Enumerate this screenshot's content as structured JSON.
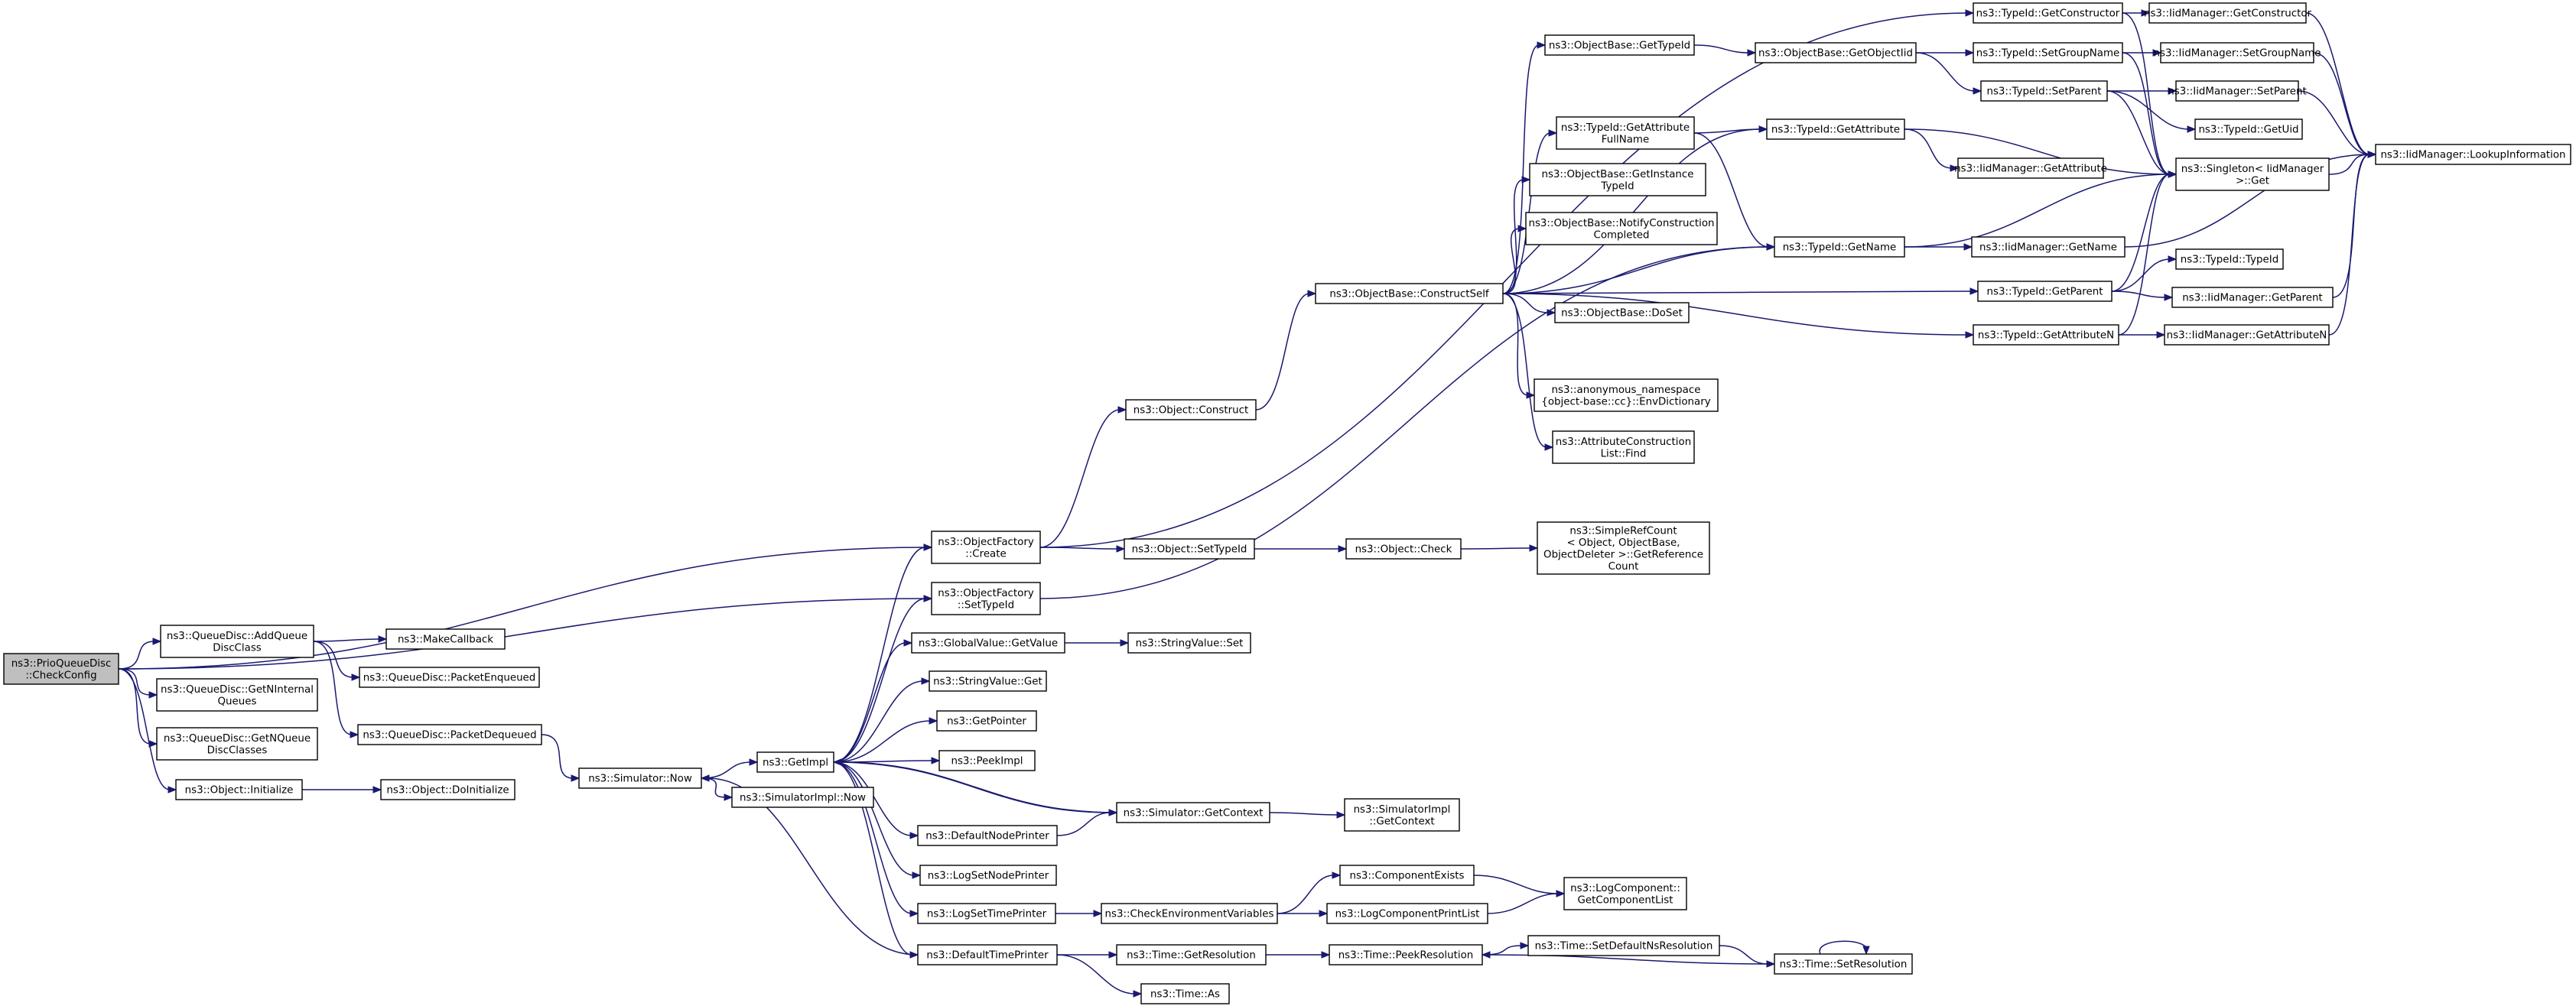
{
  "nodes": [
    {
      "id": "root",
      "lines": [
        "ns3::PrioQueueDisc",
        "::CheckConfig"
      ]
    },
    {
      "id": "n1",
      "lines": [
        "ns3::ObjectFactory",
        "::Create"
      ]
    },
    {
      "id": "n2",
      "lines": [
        "ns3::TypeId::GetConstructor"
      ]
    },
    {
      "id": "n3",
      "lines": [
        "ns3::IidManager::GetConstructor"
      ]
    },
    {
      "id": "n4",
      "lines": [
        "ns3::IidManager::LookupInformation"
      ]
    },
    {
      "id": "n5",
      "lines": [
        "ns3::Singleton< IidManager",
        ">::Get"
      ]
    },
    {
      "id": "n6",
      "lines": [
        "ns3::Object::Construct"
      ]
    },
    {
      "id": "n7",
      "lines": [
        "ns3::ObjectBase::ConstructSelf"
      ]
    },
    {
      "id": "n8",
      "lines": [
        "ns3::ObjectBase::GetTypeId"
      ]
    },
    {
      "id": "n9",
      "lines": [
        "ns3::ObjectBase::GetObjectIid"
      ]
    },
    {
      "id": "n10",
      "lines": [
        "ns3::TypeId::SetGroupName"
      ]
    },
    {
      "id": "n11",
      "lines": [
        "ns3::IidManager::SetGroupName"
      ]
    },
    {
      "id": "n12",
      "lines": [
        "ns3::TypeId::SetParent"
      ]
    },
    {
      "id": "n13",
      "lines": [
        "ns3::IidManager::SetParent"
      ]
    },
    {
      "id": "n14",
      "lines": [
        "ns3::TypeId::GetUid"
      ]
    },
    {
      "id": "n15",
      "lines": [
        "ns3::TypeId::GetAttribute",
        "FullName"
      ]
    },
    {
      "id": "n16",
      "lines": [
        "ns3::TypeId::GetAttribute"
      ]
    },
    {
      "id": "n17",
      "lines": [
        "ns3::IidManager::GetAttribute"
      ]
    },
    {
      "id": "n18",
      "lines": [
        "ns3::TypeId::GetName"
      ]
    },
    {
      "id": "n19",
      "lines": [
        "ns3::IidManager::GetName"
      ]
    },
    {
      "id": "n20",
      "lines": [
        "ns3::ObjectBase::GetInstance",
        "TypeId"
      ]
    },
    {
      "id": "n21",
      "lines": [
        "ns3::ObjectBase::NotifyConstruction",
        "Completed"
      ]
    },
    {
      "id": "n22",
      "lines": [
        "ns3::TypeId::GetParent"
      ]
    },
    {
      "id": "n23",
      "lines": [
        "ns3::TypeId::TypeId"
      ]
    },
    {
      "id": "n24",
      "lines": [
        "ns3::IidManager::GetParent"
      ]
    },
    {
      "id": "n25",
      "lines": [
        "ns3::ObjectBase::DoSet"
      ]
    },
    {
      "id": "n26",
      "lines": [
        "ns3::TypeId::GetAttributeN"
      ]
    },
    {
      "id": "n27",
      "lines": [
        "ns3::IidManager::GetAttributeN"
      ]
    },
    {
      "id": "n28",
      "lines": [
        "ns3::anonymous_namespace",
        "{object-base::cc}::EnvDictionary"
      ]
    },
    {
      "id": "n29",
      "lines": [
        "ns3::AttributeConstruction",
        "List::Find"
      ]
    },
    {
      "id": "n30",
      "lines": [
        "ns3::Object::SetTypeId"
      ]
    },
    {
      "id": "n31",
      "lines": [
        "ns3::Object::Check"
      ]
    },
    {
      "id": "n32",
      "lines": [
        "ns3::SimpleRefCount",
        "< Object, ObjectBase,",
        "ObjectDeleter >::GetReference",
        "Count"
      ]
    },
    {
      "id": "n33",
      "lines": [
        "ns3::ObjectFactory",
        "::SetTypeId"
      ]
    },
    {
      "id": "n34",
      "lines": [
        "ns3::QueueDisc::AddQueue",
        "DiscClass"
      ]
    },
    {
      "id": "n35",
      "lines": [
        "ns3::MakeCallback"
      ]
    },
    {
      "id": "n36",
      "lines": [
        "ns3::QueueDisc::PacketEnqueued"
      ]
    },
    {
      "id": "n37",
      "lines": [
        "ns3::QueueDisc::PacketDequeued"
      ]
    },
    {
      "id": "n38",
      "lines": [
        "ns3::Simulator::Now"
      ]
    },
    {
      "id": "n39",
      "lines": [
        "ns3::GetImpl"
      ]
    },
    {
      "id": "n40",
      "lines": [
        "ns3::GlobalValue::GetValue"
      ]
    },
    {
      "id": "n41",
      "lines": [
        "ns3::StringValue::Set"
      ]
    },
    {
      "id": "n42",
      "lines": [
        "ns3::StringValue::Get"
      ]
    },
    {
      "id": "n43",
      "lines": [
        "ns3::GetPointer"
      ]
    },
    {
      "id": "n44",
      "lines": [
        "ns3::PeekImpl"
      ]
    },
    {
      "id": "n45",
      "lines": [
        "ns3::Simulator::GetContext"
      ]
    },
    {
      "id": "n46",
      "lines": [
        "ns3::SimulatorImpl",
        "::GetContext"
      ]
    },
    {
      "id": "n47",
      "lines": [
        "ns3::DefaultNodePrinter"
      ]
    },
    {
      "id": "n48",
      "lines": [
        "ns3::LogSetNodePrinter"
      ]
    },
    {
      "id": "n49",
      "lines": [
        "ns3::LogSetTimePrinter"
      ]
    },
    {
      "id": "n50",
      "lines": [
        "ns3::CheckEnvironmentVariables"
      ]
    },
    {
      "id": "n51",
      "lines": [
        "ns3::ComponentExists"
      ]
    },
    {
      "id": "n52",
      "lines": [
        "ns3::LogComponent::",
        "GetComponentList"
      ]
    },
    {
      "id": "n53",
      "lines": [
        "ns3::LogComponentPrintList"
      ]
    },
    {
      "id": "n54",
      "lines": [
        "ns3::DefaultTimePrinter"
      ]
    },
    {
      "id": "n55",
      "lines": [
        "ns3::Time::GetResolution"
      ]
    },
    {
      "id": "n56",
      "lines": [
        "ns3::Time::PeekResolution"
      ]
    },
    {
      "id": "n57",
      "lines": [
        "ns3::Time::SetDefaultNsResolution"
      ]
    },
    {
      "id": "n58",
      "lines": [
        "ns3::Time::SetResolution"
      ]
    },
    {
      "id": "n59",
      "lines": [
        "ns3::Time::As"
      ]
    },
    {
      "id": "n60",
      "lines": [
        "ns3::SimulatorImpl::Now"
      ]
    },
    {
      "id": "n61",
      "lines": [
        "ns3::QueueDisc::GetNInternal",
        "Queues"
      ]
    },
    {
      "id": "n62",
      "lines": [
        "ns3::QueueDisc::GetNQueue",
        "DiscClasses"
      ]
    },
    {
      "id": "n63",
      "lines": [
        "ns3::Object::Initialize"
      ]
    },
    {
      "id": "n64",
      "lines": [
        "ns3::Object::DoInitialize"
      ]
    }
  ],
  "edges": [
    [
      "root",
      "n1"
    ],
    [
      "root",
      "n33"
    ],
    [
      "root",
      "n34"
    ],
    [
      "root",
      "n61"
    ],
    [
      "root",
      "n62"
    ],
    [
      "root",
      "n63"
    ],
    [
      "n1",
      "n2"
    ],
    [
      "n1",
      "n6"
    ],
    [
      "n1",
      "n30"
    ],
    [
      "n2",
      "n3"
    ],
    [
      "n2",
      "n5"
    ],
    [
      "n3",
      "n4"
    ],
    [
      "n5",
      "n4"
    ],
    [
      "n6",
      "n7"
    ],
    [
      "n7",
      "n8"
    ],
    [
      "n7",
      "n15"
    ],
    [
      "n7",
      "n16"
    ],
    [
      "n7",
      "n20"
    ],
    [
      "n7",
      "n21"
    ],
    [
      "n7",
      "n18"
    ],
    [
      "n7",
      "n22"
    ],
    [
      "n7",
      "n25"
    ],
    [
      "n7",
      "n26"
    ],
    [
      "n7",
      "n28"
    ],
    [
      "n7",
      "n29"
    ],
    [
      "n8",
      "n9"
    ],
    [
      "n9",
      "n10"
    ],
    [
      "n9",
      "n12"
    ],
    [
      "n10",
      "n11"
    ],
    [
      "n10",
      "n5"
    ],
    [
      "n11",
      "n4"
    ],
    [
      "n12",
      "n13"
    ],
    [
      "n12",
      "n14"
    ],
    [
      "n12",
      "n5"
    ],
    [
      "n13",
      "n4"
    ],
    [
      "n15",
      "n16"
    ],
    [
      "n15",
      "n18"
    ],
    [
      "n16",
      "n17"
    ],
    [
      "n16",
      "n5"
    ],
    [
      "n18",
      "n19"
    ],
    [
      "n18",
      "n5"
    ],
    [
      "n19",
      "n4"
    ],
    [
      "n22",
      "n23"
    ],
    [
      "n22",
      "n24"
    ],
    [
      "n22",
      "n5"
    ],
    [
      "n24",
      "n4"
    ],
    [
      "n26",
      "n27"
    ],
    [
      "n26",
      "n5"
    ],
    [
      "n27",
      "n4"
    ],
    [
      "n30",
      "n31"
    ],
    [
      "n31",
      "n32"
    ],
    [
      "n33",
      "n18"
    ],
    [
      "n34",
      "n35"
    ],
    [
      "n34",
      "n36"
    ],
    [
      "n34",
      "n37"
    ],
    [
      "n37",
      "n38"
    ],
    [
      "n38",
      "n39"
    ],
    [
      "n38",
      "n60"
    ],
    [
      "n39",
      "n1"
    ],
    [
      "n39",
      "n33"
    ],
    [
      "n39",
      "n40"
    ],
    [
      "n39",
      "n42"
    ],
    [
      "n39",
      "n43"
    ],
    [
      "n39",
      "n44"
    ],
    [
      "n39",
      "n45"
    ],
    [
      "n39",
      "n47"
    ],
    [
      "n39",
      "n48"
    ],
    [
      "n39",
      "n49"
    ],
    [
      "n39",
      "n54"
    ],
    [
      "n40",
      "n41"
    ],
    [
      "n45",
      "n46"
    ],
    [
      "n45",
      "n39"
    ],
    [
      "n47",
      "n45"
    ],
    [
      "n49",
      "n50"
    ],
    [
      "n50",
      "n51"
    ],
    [
      "n50",
      "n53"
    ],
    [
      "n51",
      "n52"
    ],
    [
      "n53",
      "n52"
    ],
    [
      "n54",
      "n55"
    ],
    [
      "n54",
      "n59"
    ],
    [
      "n54",
      "n38"
    ],
    [
      "n55",
      "n56"
    ],
    [
      "n56",
      "n57"
    ],
    [
      "n57",
      "n58"
    ],
    [
      "n58",
      "n56"
    ],
    [
      "n58",
      "n58"
    ],
    [
      "n63",
      "n64"
    ]
  ]
}
